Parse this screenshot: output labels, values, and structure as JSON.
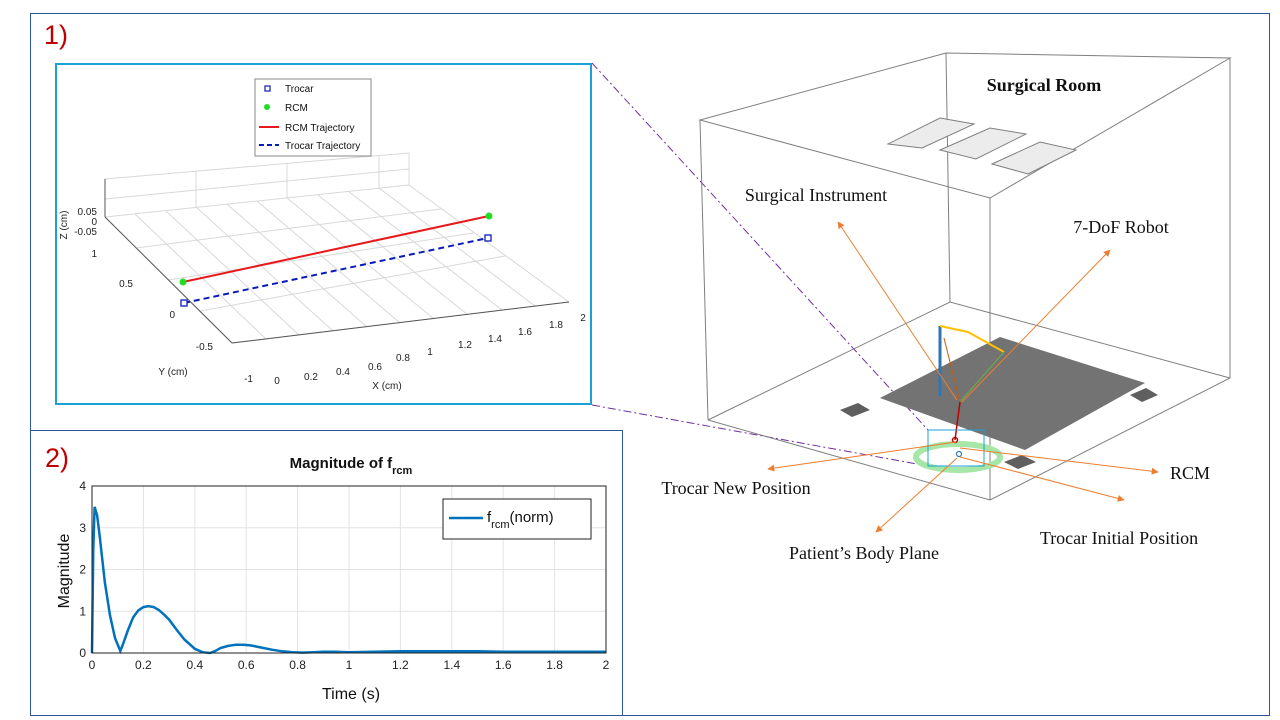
{
  "panel1": {
    "number": "1)",
    "legend": [
      "Trocar",
      "RCM",
      "RCM Trajectory",
      "Trocar Trajectory"
    ],
    "z_axis_label": "Z (cm)",
    "y_axis_label": "Y (cm)",
    "x_axis_label": "X (cm)",
    "z_ticks": [
      "0.05",
      "0",
      "-0.05"
    ],
    "y_ticks": [
      "1",
      "0.5",
      "0",
      "-0.5",
      "-1"
    ],
    "x_ticks": [
      "0",
      "0.2",
      "0.4",
      "0.6",
      "0.8",
      "1",
      "1.2",
      "1.4",
      "1.6",
      "1.8",
      "2"
    ]
  },
  "panel2": {
    "number": "2)"
  },
  "room": {
    "title": "Surgical Room",
    "labels": {
      "instrument": "Surgical Instrument",
      "robot": "7-DoF Robot",
      "trocar_new": "Trocar New Position",
      "rcm": "RCM",
      "trocar_initial": "Trocar Initial Position",
      "body_plane": "Patient’s Body Plane"
    }
  },
  "colors": {
    "panel_number": "#c00000",
    "rcm_line": "#e8191c",
    "trocar_line": "#0a1ab8",
    "rcm_point": "#22dd22",
    "fcm_line": "#0072bd",
    "annotation_arrow": "#ed7d31",
    "zoom_lines": "#7030a0"
  },
  "chart_data": {
    "type": "line",
    "title_main": "Magnitude of f",
    "title_sub": "rcm",
    "xlabel": "Time (s)",
    "ylabel": "Magnitude",
    "xlim": [
      0,
      2
    ],
    "ylim": [
      0,
      4
    ],
    "grid": true,
    "legend_position": "top-right",
    "xticks": [
      0,
      0.2,
      0.4,
      0.6,
      0.8,
      1,
      1.2,
      1.4,
      1.6,
      1.8,
      2
    ],
    "yticks": [
      0,
      1,
      2,
      3,
      4
    ],
    "series": [
      {
        "name_main": "f",
        "name_sub": "rcm",
        "name_suffix": "(norm)",
        "x": [
          0,
          0.005,
          0.01,
          0.02,
          0.03,
          0.05,
          0.07,
          0.09,
          0.11,
          0.12,
          0.14,
          0.16,
          0.18,
          0.2,
          0.22,
          0.24,
          0.26,
          0.28,
          0.3,
          0.33,
          0.36,
          0.4,
          0.43,
          0.46,
          0.48,
          0.5,
          0.53,
          0.56,
          0.59,
          0.62,
          0.66,
          0.7,
          0.74,
          0.78,
          0.82,
          0.86,
          0.9,
          0.95,
          1.0,
          1.1,
          1.2,
          1.3,
          1.4,
          1.5,
          1.6,
          1.7,
          1.8,
          1.9,
          2.0
        ],
        "y": [
          0,
          2.5,
          3.5,
          3.3,
          2.8,
          1.7,
          0.9,
          0.35,
          0.05,
          0.2,
          0.55,
          0.85,
          1.02,
          1.1,
          1.12,
          1.1,
          1.03,
          0.92,
          0.8,
          0.55,
          0.32,
          0.1,
          0.02,
          0.0,
          0.05,
          0.12,
          0.17,
          0.2,
          0.2,
          0.18,
          0.13,
          0.08,
          0.04,
          0.02,
          0.01,
          0.02,
          0.03,
          0.03,
          0.02,
          0.03,
          0.04,
          0.04,
          0.04,
          0.04,
          0.03,
          0.03,
          0.03,
          0.03,
          0.03
        ]
      }
    ]
  }
}
